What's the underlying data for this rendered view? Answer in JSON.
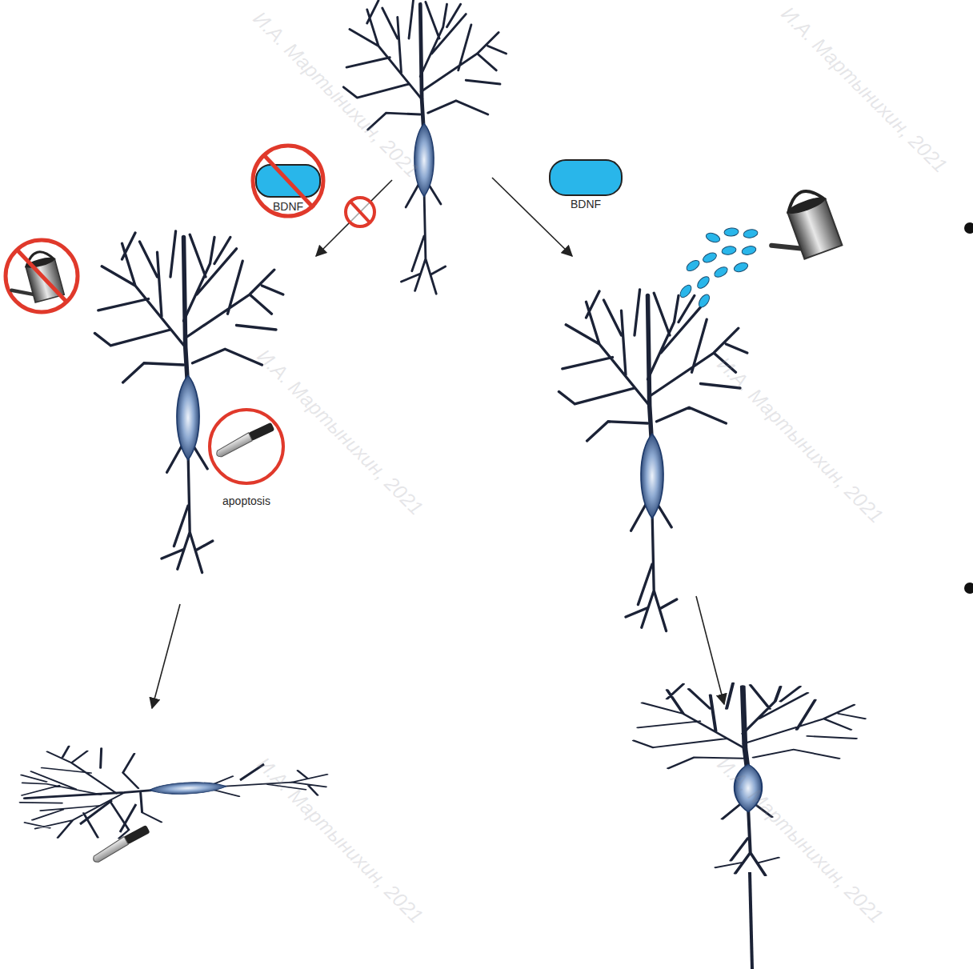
{
  "diagram": {
    "nodes": [
      {
        "text": [
          "BDNF"
        ]
      },
      {
        "text": [
          "BDNF"
        ]
      },
      {
        "text": [
          "apoptosis"
        ]
      }
    ],
    "labels": [
      "И.А. Мартынихин, 2021",
      "И.А. Мартынихин, 2021",
      "И.А. Мартынихин, 2021",
      "И.А. Мартынихин, 2021",
      "И.А. Мартынихин, 2021",
      "И.А. Мартынихин, 2021"
    ]
  }
}
